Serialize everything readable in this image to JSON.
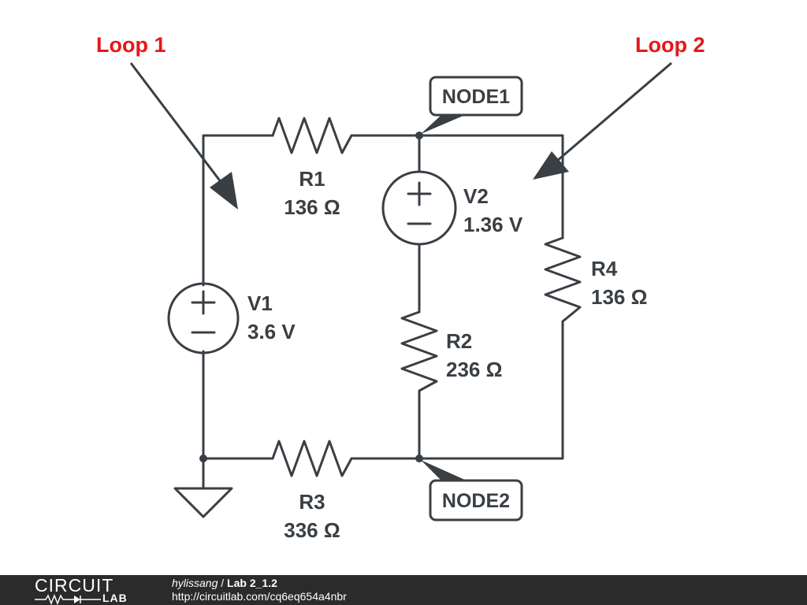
{
  "loops": {
    "loop1": "Loop 1",
    "loop2": "Loop 2"
  },
  "nodes": {
    "node1": "NODE1",
    "node2": "NODE2"
  },
  "components": {
    "r1": {
      "name": "R1",
      "value": "136 Ω"
    },
    "r2": {
      "name": "R2",
      "value": "236 Ω"
    },
    "r3": {
      "name": "R3",
      "value": "336 Ω"
    },
    "r4": {
      "name": "R4",
      "value": "136 Ω"
    },
    "v1": {
      "name": "V1",
      "value": "3.6 V"
    },
    "v2": {
      "name": "V2",
      "value": "1.36 V"
    }
  },
  "footer": {
    "logo_top": "CIRCUIT",
    "logo_bottom": "LAB",
    "user": "hylissang",
    "separator": " / ",
    "title": "Lab 2_1.2",
    "url": "http://circuitlab.com/cq6eq654a4nbr"
  },
  "colors": {
    "wire": "#3a3f44",
    "loop_label": "#e8161b",
    "footer_bg": "#2b2b2b"
  }
}
